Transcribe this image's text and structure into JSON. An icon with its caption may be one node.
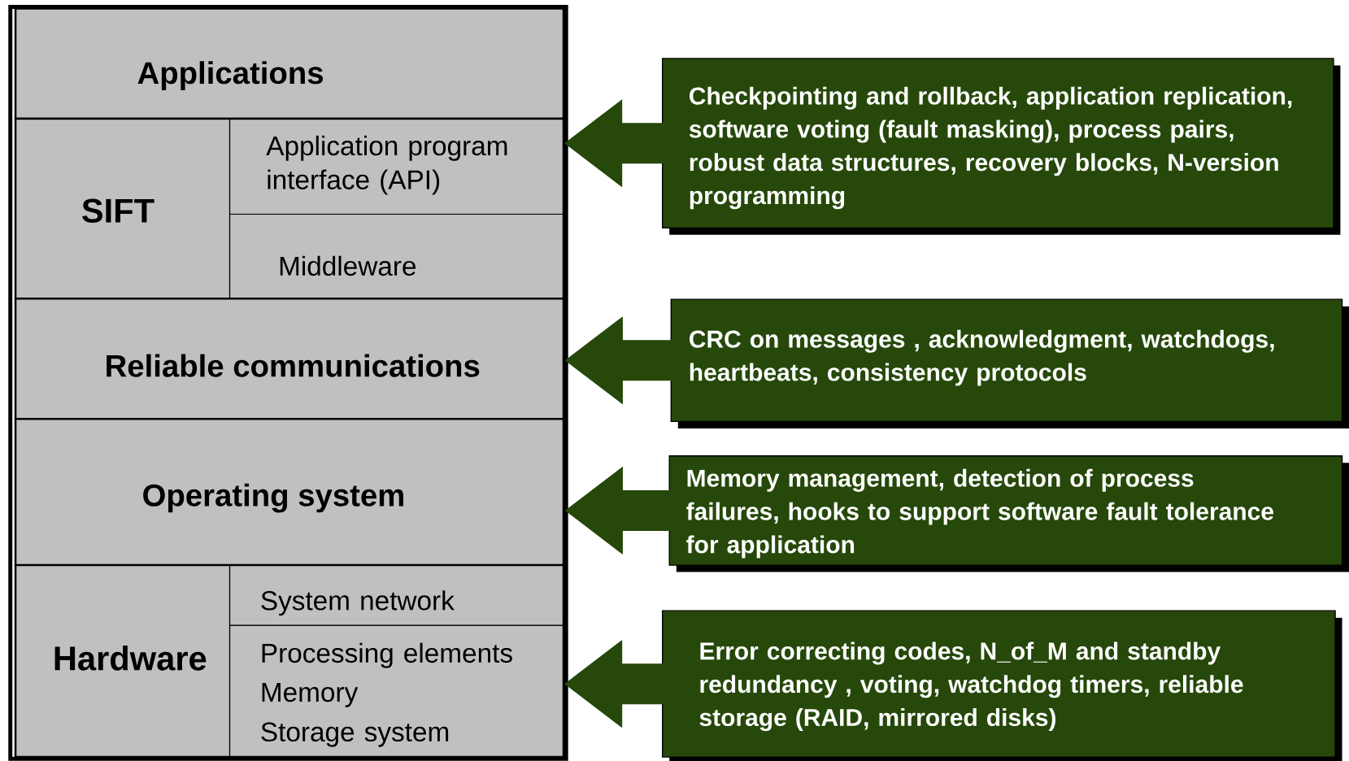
{
  "diagram": {
    "nodes": [
      {
        "text": [
          "Applications"
        ]
      },
      {
        "text": [
          "SIFT"
        ]
      },
      {
        "text": [
          "Application program interface (API)"
        ],
        "in": 1
      },
      {
        "text": [
          "Middleware"
        ],
        "in": 1
      },
      {
        "text": [
          "Reliable communications"
        ]
      },
      {
        "text": [
          "Operating system"
        ]
      },
      {
        "text": [
          "Hardware"
        ]
      },
      {
        "text": [
          "System network"
        ],
        "in": 6
      },
      {
        "text": [
          "Processing elements",
          "Memory",
          "Storage system"
        ],
        "in": 6
      },
      {
        "text": [
          "Checkpointing and rollback, application replication,  software voting (fault masking), process pairs, robust data structures, recovery blocks, N-version programming"
        ]
      },
      {
        "text": [
          "CRC on messages , acknowledgment, watchdogs, heartbeats, consistency protocols"
        ]
      },
      {
        "text": [
          "Memory management, detection of process failures, hooks to support software fault tolerance for application"
        ]
      },
      {
        "text": [
          "Error correcting codes, N_of_M and standby redundancy , voting, watchdog timers, reliable storage (RAID, mirrored disks)"
        ]
      }
    ],
    "edges": [
      {
        "from": 9,
        "to": 2,
        "arrow": "to"
      },
      {
        "from": 10,
        "to": 4,
        "arrow": "to"
      },
      {
        "from": 11,
        "to": 5,
        "arrow": "to"
      },
      {
        "from": 12,
        "to": 8,
        "arrow": "to"
      }
    ]
  }
}
